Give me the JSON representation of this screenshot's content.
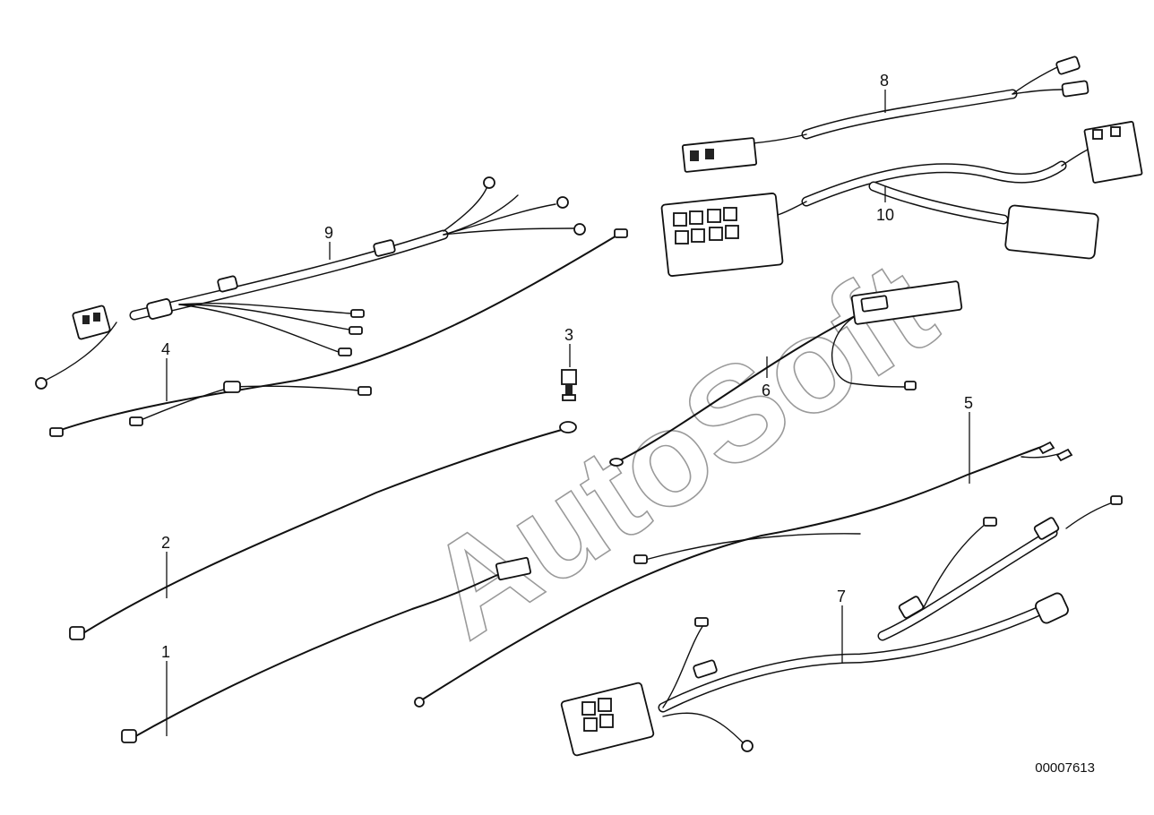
{
  "watermark": "AutoSoft",
  "document_number": "00007613",
  "callouts": {
    "c1": "1",
    "c2": "2",
    "c3": "3",
    "c4": "4",
    "c5": "5",
    "c6": "6",
    "c7": "7",
    "c8": "8",
    "c9": "9",
    "c10": "10"
  }
}
